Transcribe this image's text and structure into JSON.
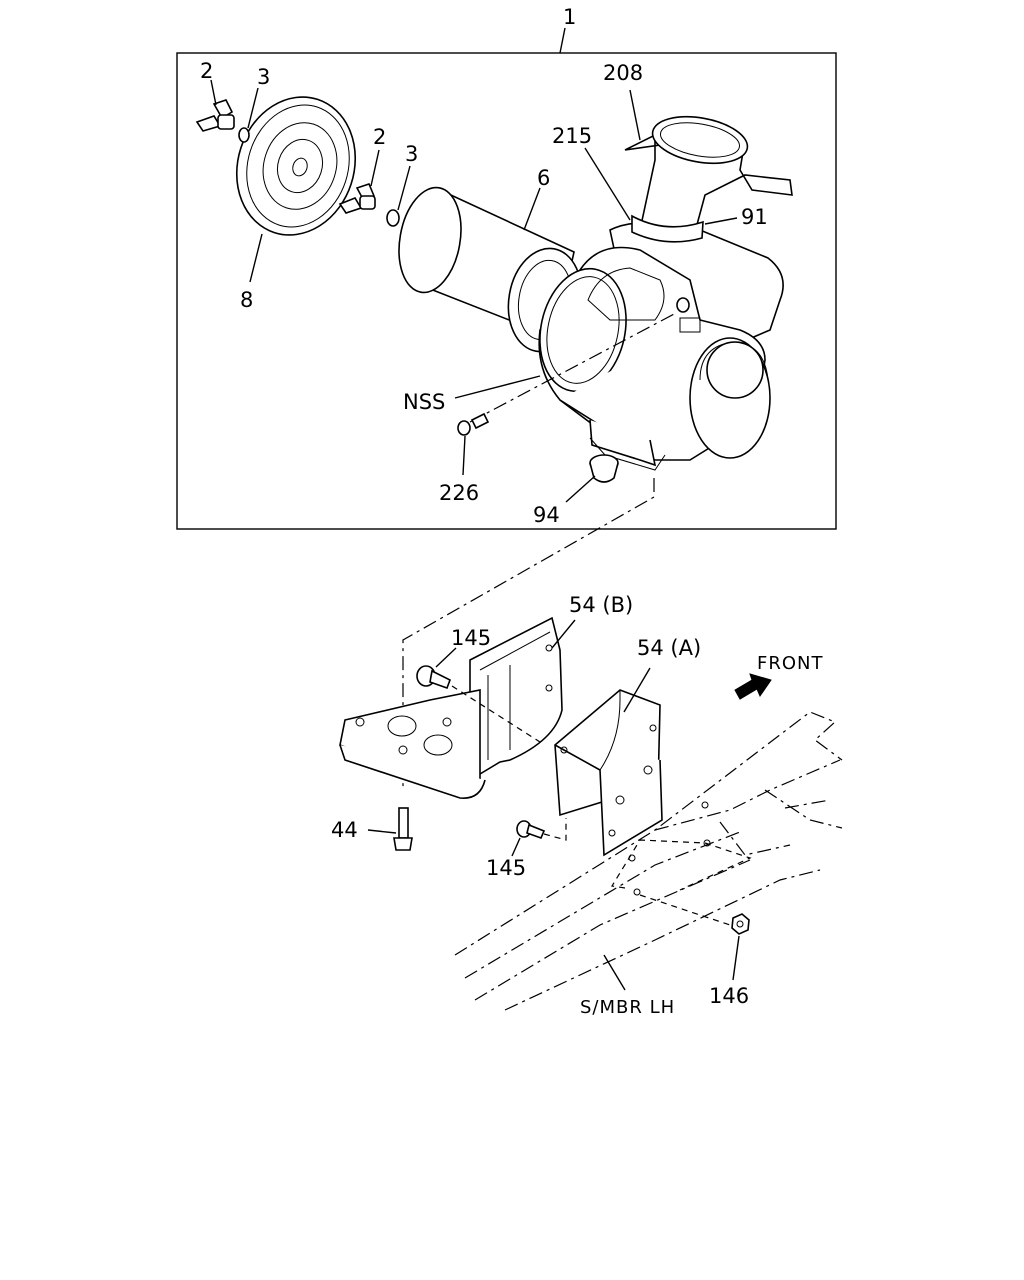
{
  "labels": {
    "assembly": "1",
    "wing_bolt_a": "2",
    "washer_a": "3",
    "wing_bolt_b": "2",
    "washer_b": "3",
    "filter_element": "6",
    "cover": "8",
    "outlet_duct": "208",
    "clamp_215": "215",
    "clamp_91": "91",
    "nss": "NSS",
    "bolt_226": "226",
    "valve_94": "94",
    "bracket_b": "54 (B)",
    "bracket_a": "54 (A)",
    "bolt_145_top": "145",
    "bolt_145_bottom": "145",
    "bolt_44": "44",
    "nut_146": "146",
    "front": "FRONT",
    "side_member": "S/MBR  LH"
  }
}
